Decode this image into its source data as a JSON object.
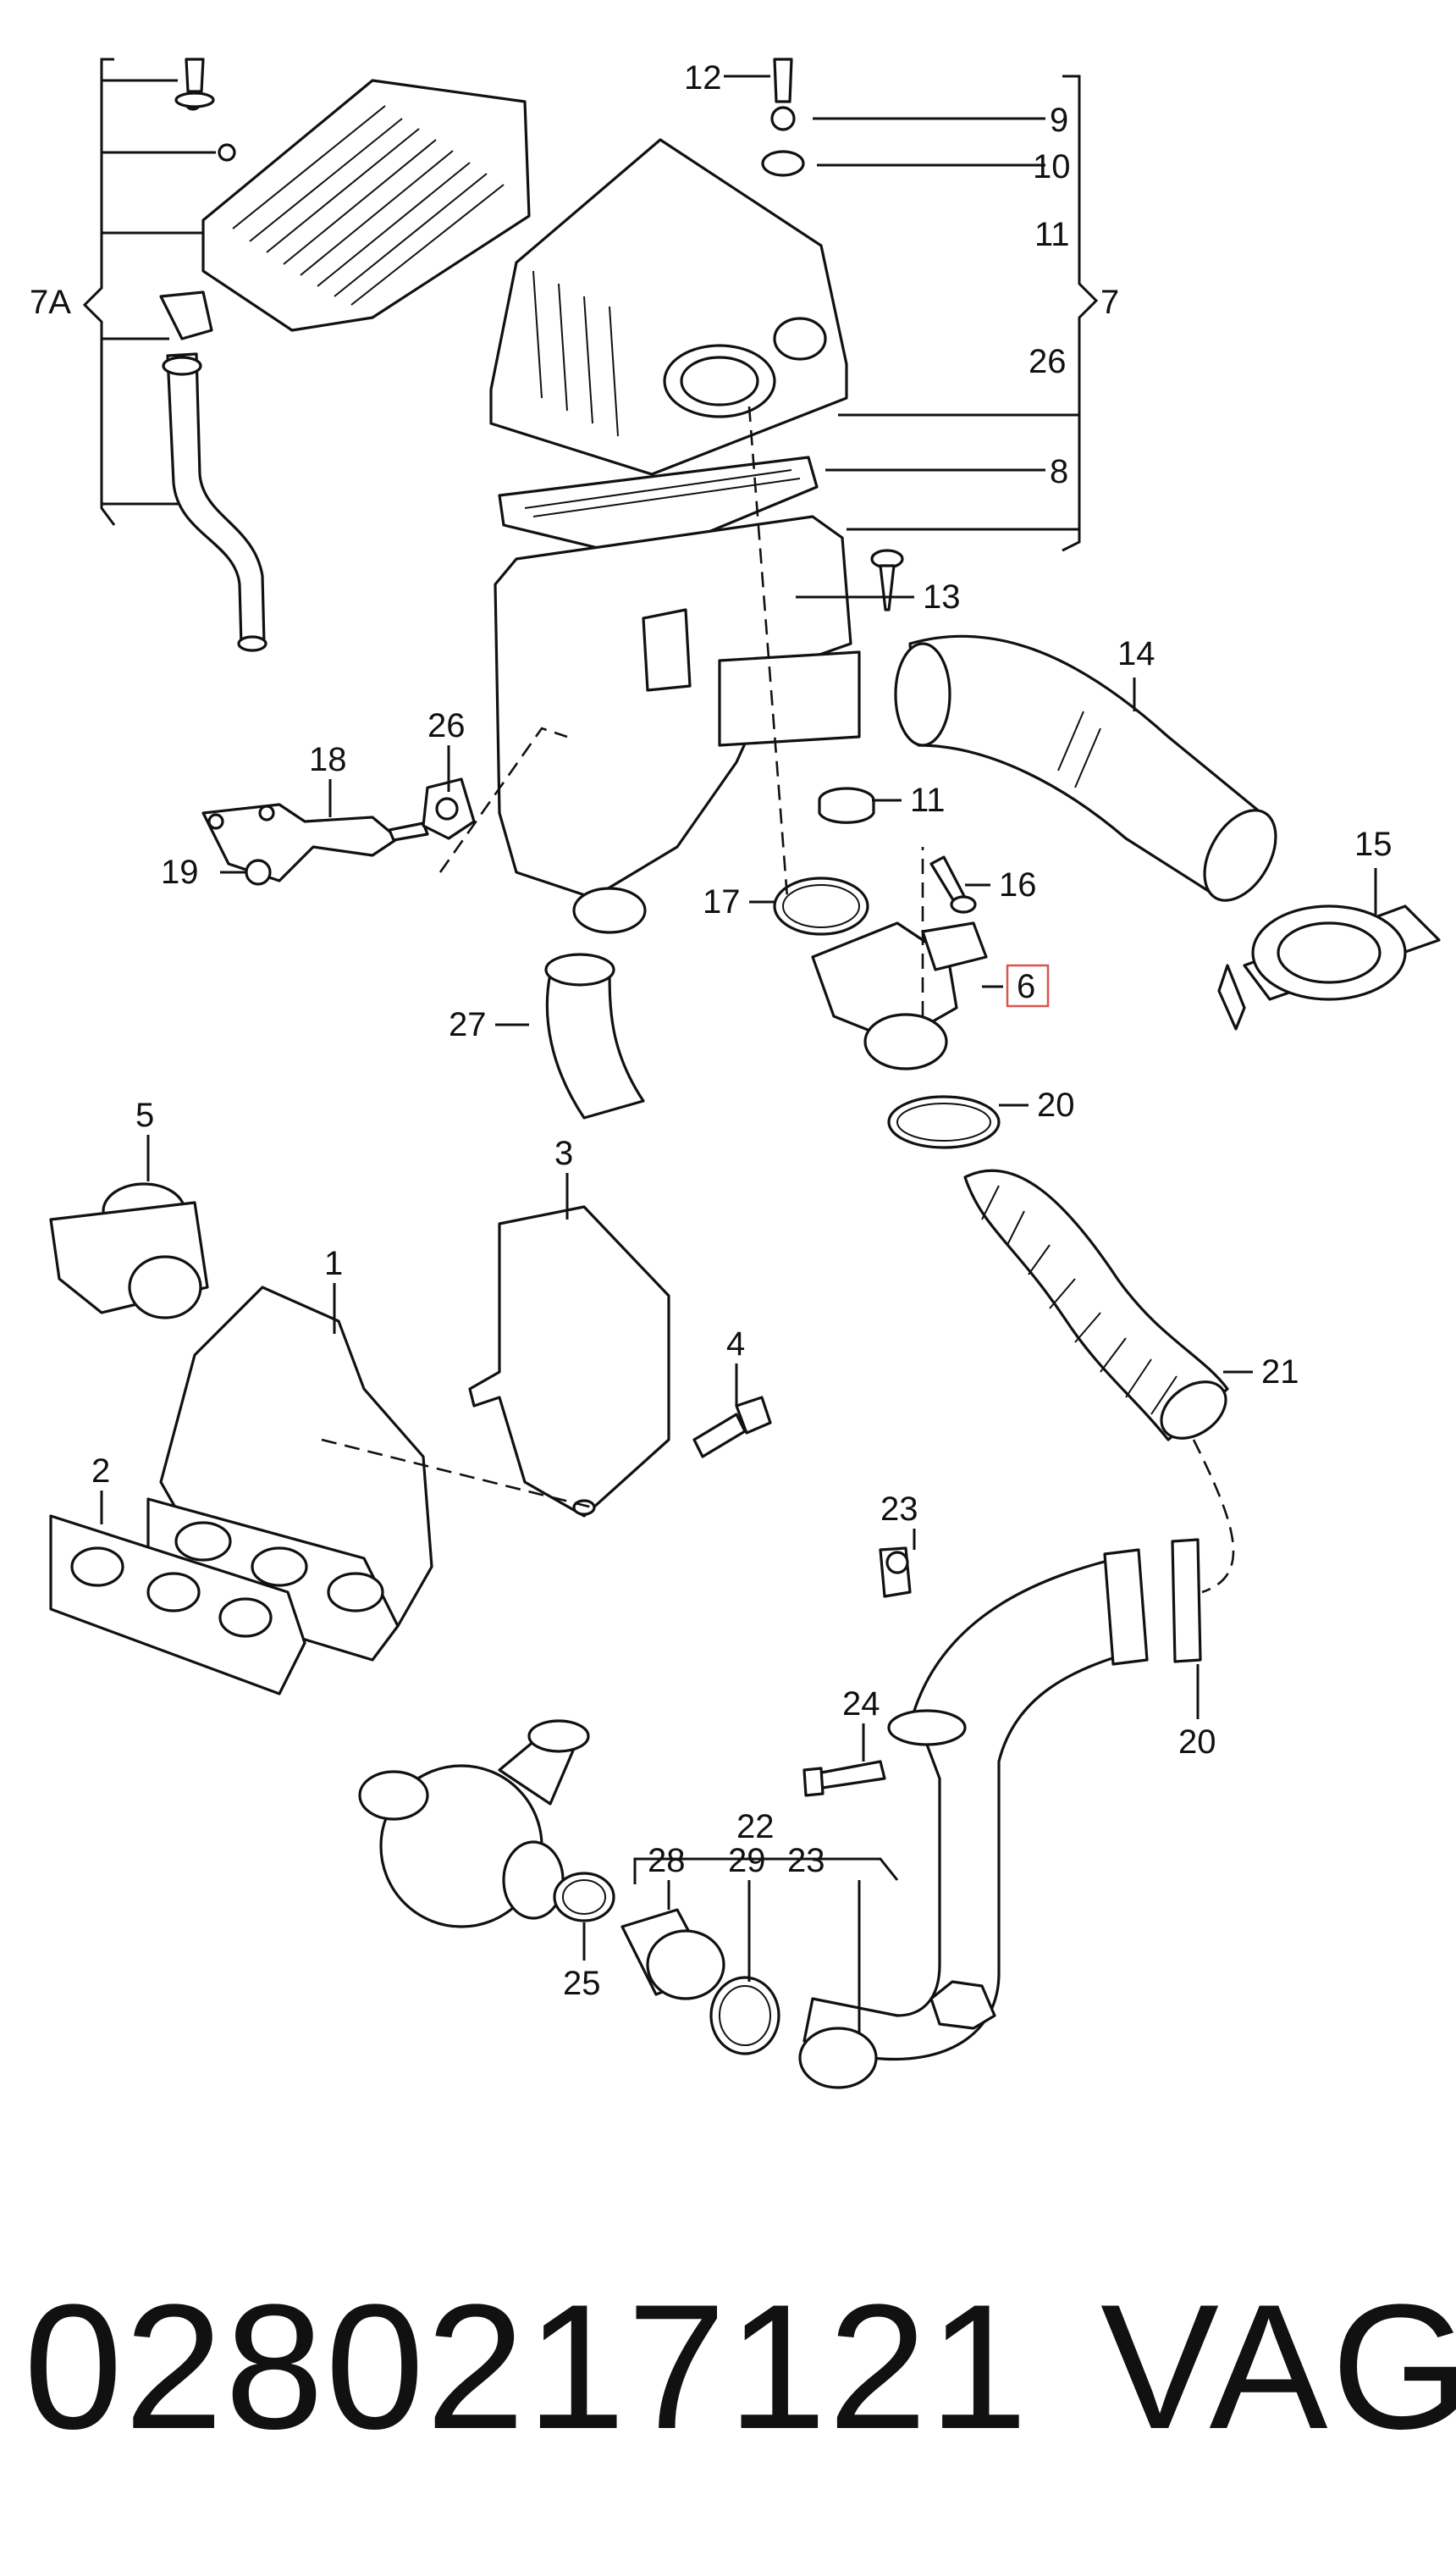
{
  "callouts": {
    "c7a": "7A",
    "c7": "7",
    "c12": "12",
    "c9": "9",
    "c10": "10",
    "c11a": "11",
    "c26a": "26",
    "c8": "8",
    "c13": "13",
    "c14": "14",
    "c11b": "11",
    "c18": "18",
    "c26b": "26",
    "c16": "16",
    "c15": "15",
    "c19": "19",
    "c17": "17",
    "c6": "6",
    "c27": "27",
    "c20a": "20",
    "c5": "5",
    "c3": "3",
    "c1": "1",
    "c21": "21",
    "c4": "4",
    "c2": "2",
    "c23a": "23",
    "c20b": "20",
    "c24": "24",
    "c22": "22",
    "c28": "28",
    "c29": "29",
    "c23b": "23",
    "c25": "25"
  },
  "highlight": {
    "color": "#d9534f"
  },
  "footer": {
    "part_number": "0280217121",
    "brand": "VAG"
  }
}
